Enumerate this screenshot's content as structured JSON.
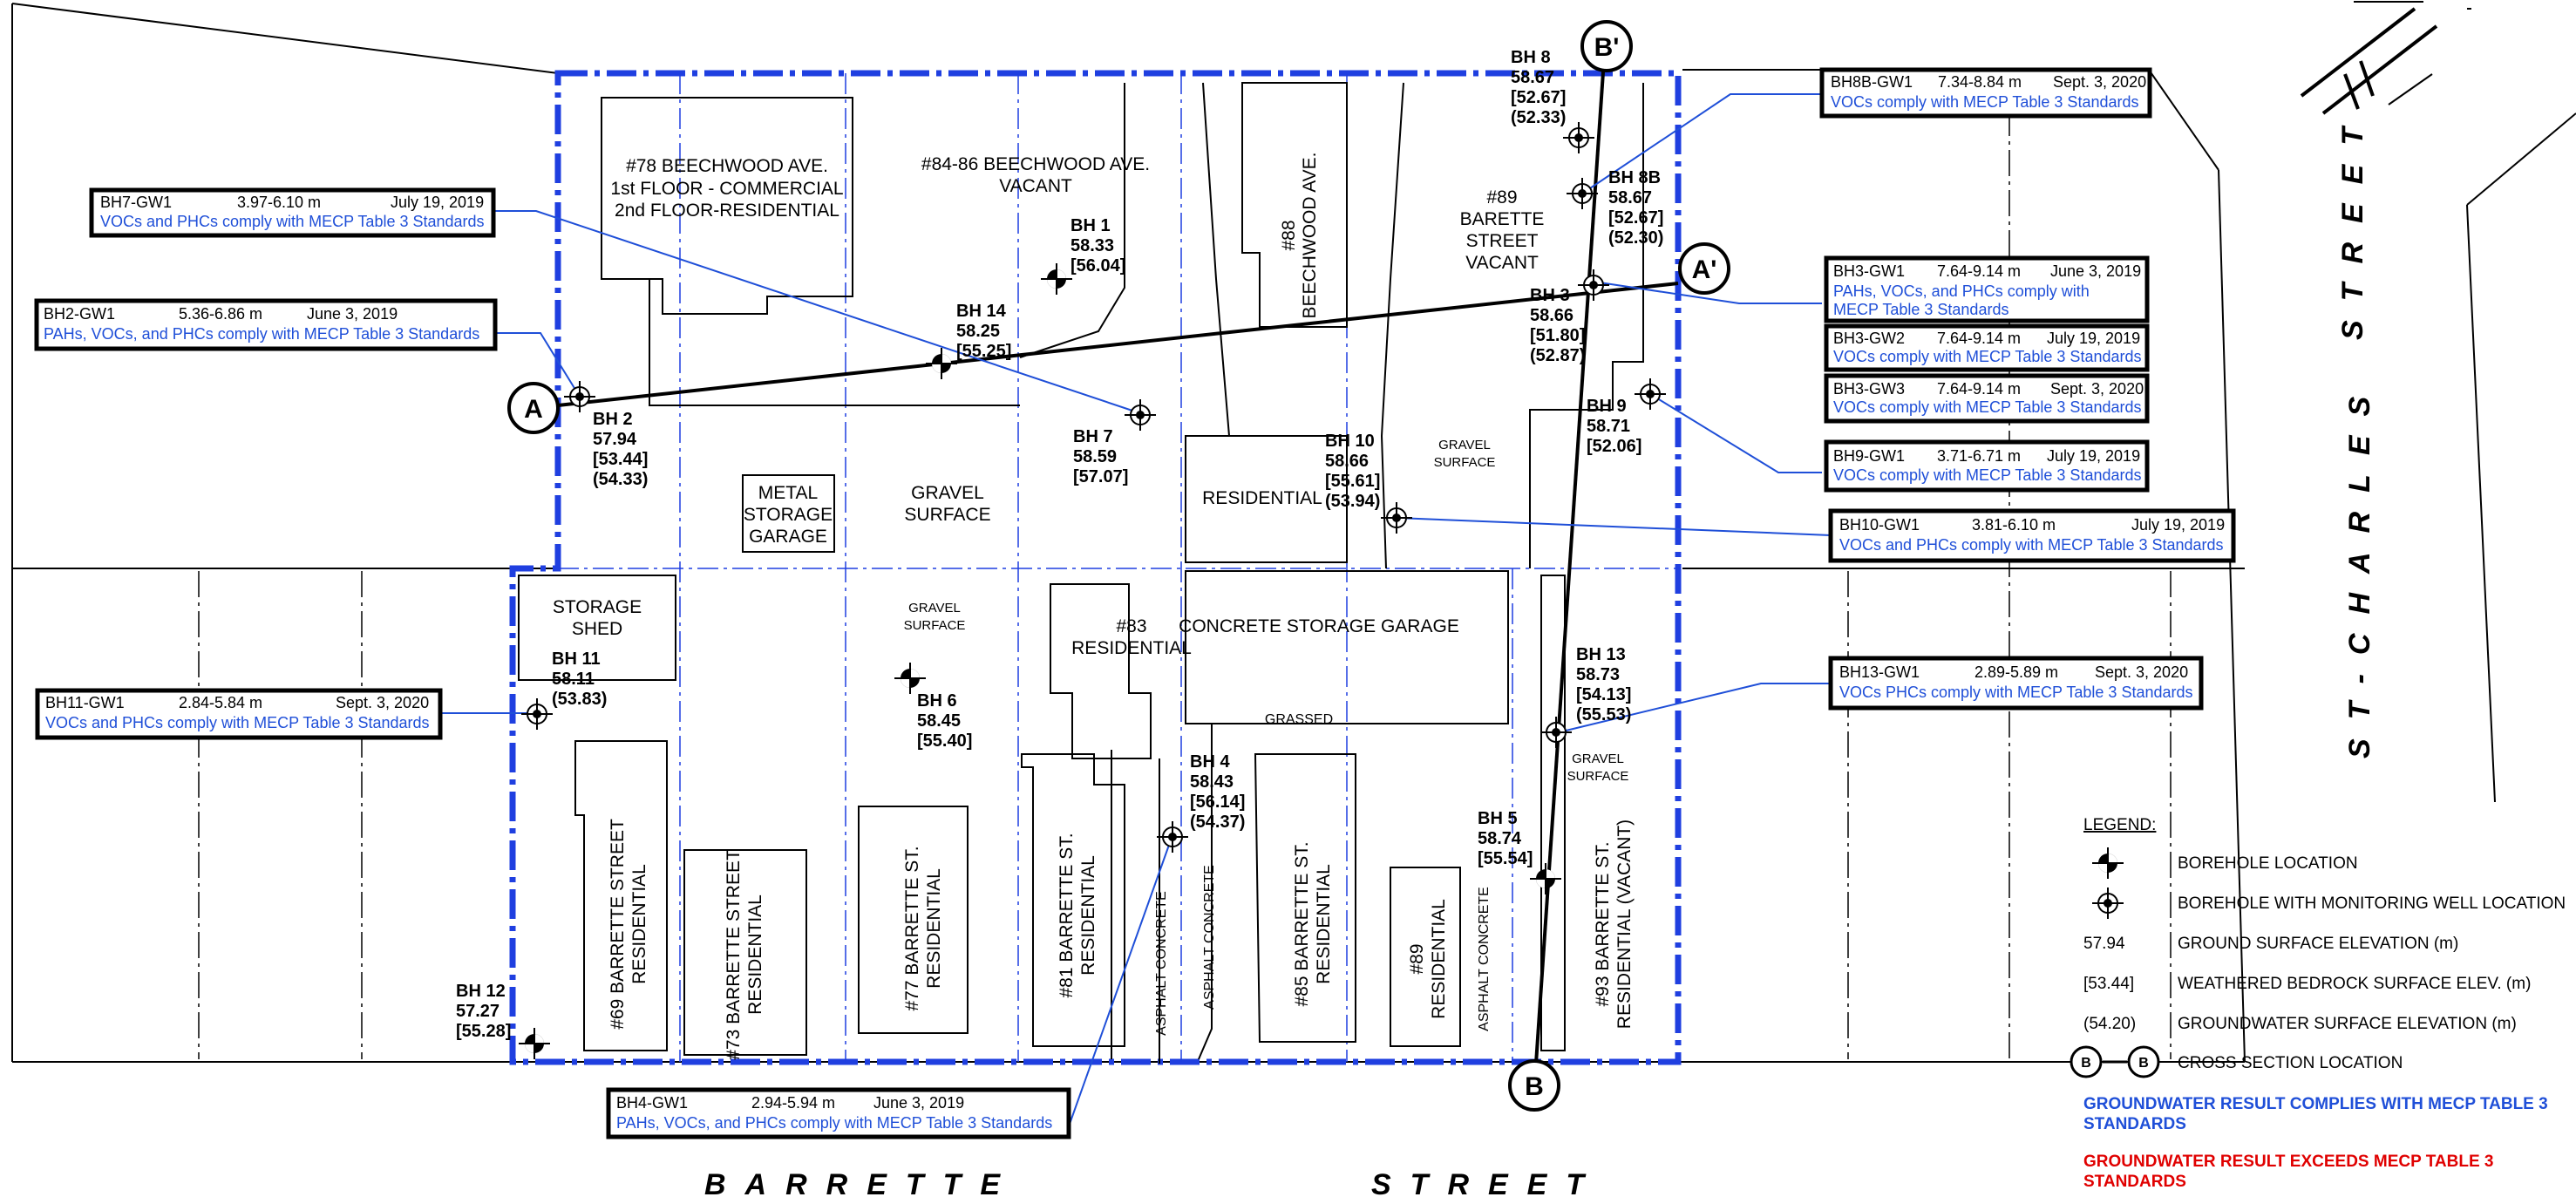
{
  "colors": {
    "site_boundary": "#1f3fe0",
    "comply_blue": "#1f4fd8",
    "exceed_red": "#e00000",
    "ink": "#000000"
  },
  "streets": {
    "barrette_a": "BARRETTE",
    "barrette_b": "STREET",
    "stcharles_a": "STREET",
    "stcharles_b": "ST-CHARLES"
  },
  "buildings": {
    "b78_l1": "#78 BEECHWOOD AVE.",
    "b78_l2": "1st FLOOR - COMMERCIAL",
    "b78_l3": "2nd FLOOR-RESIDENTIAL",
    "b8486_l1": "#84-86 BEECHWOOD AVE.",
    "b8486_l2": "VACANT",
    "b88_l1": "#88",
    "b88_l2": "BEECHWOOD AVE.",
    "b89v_l1": "#89",
    "b89v_l2": "BARETTE",
    "b89v_l3": "STREET",
    "b89v_l4": "VACANT",
    "metal_l1": "METAL",
    "metal_l2": "STORAGE",
    "metal_l3": "GARAGE",
    "gravel_l1": "GRAVEL",
    "gravel_l2": "SURFACE",
    "gravel_small_l1": "GRAVEL",
    "gravel_small_l2": "SURFACE",
    "gravel_r_l1": "GRAVEL",
    "gravel_r_l2": "SURFACE",
    "gravel_br_l1": "GRAVEL",
    "gravel_br_l2": "SURFACE",
    "residential": "RESIDENTIAL",
    "storage_l1": "STORAGE",
    "storage_l2": "SHED",
    "b83_l1": "#83",
    "b83_l2": "RESIDENTIAL",
    "concrete_garage": "CONCRETE STORAGE GARAGE",
    "grassed": "GRASSED",
    "b69_l1": "#69 BARRETTE STREET",
    "b69_l2": "RESIDENTIAL",
    "b73_l1": "#73 BARRETTE STREET",
    "b73_l2": "RESIDENTIAL",
    "b77_l1": "#77 BARRETTE ST.",
    "b77_l2": "RESIDENTIAL",
    "b81_l1": "#81 BARRETTE ST.",
    "b81_l2": "RESIDENTIAL",
    "asphalt1": "ASPHALT CONCRETE",
    "asphalt2": "ASPHALT CONCRETE",
    "asphalt3": "ASPHALT CONCRETE",
    "b85_l1": "#85 BARRETTE ST.",
    "b85_l2": "RESIDENTIAL",
    "b89r_l1": "#89",
    "b89r_l2": "RESIDENTIAL",
    "b93_l1": "#93 BARRETTE ST.",
    "b93_l2": "RESIDENTIAL (VACANT)"
  },
  "boreholes": [
    {
      "lines": [
        "BH 8",
        "58.67",
        "[52.67]",
        "(52.33)"
      ],
      "well": true
    },
    {
      "lines": [
        "BH 8B",
        "58.67",
        "[52.67]",
        "(52.30)"
      ],
      "well": true
    },
    {
      "lines": [
        "BH 1",
        "58.33",
        "[56.04]"
      ],
      "well": false
    },
    {
      "lines": [
        "BH 14",
        "58.25",
        "[55.25]"
      ],
      "well": false
    },
    {
      "lines": [
        "BH 2",
        "57.94",
        "[53.44]",
        "(54.33)"
      ],
      "well": true
    },
    {
      "lines": [
        "BH 7",
        "58.59",
        "[57.07]"
      ],
      "well": true
    },
    {
      "lines": [
        "BH 3",
        "58.66",
        "[51.80]",
        "(52.87)"
      ],
      "well": true
    },
    {
      "lines": [
        "BH 9",
        "58.71",
        "[52.06]"
      ],
      "well": true
    },
    {
      "lines": [
        "BH 10",
        "58.66",
        "[55.61]",
        "(53.94)"
      ],
      "well": true
    },
    {
      "lines": [
        "BH 11",
        "58.11",
        "(53.83)"
      ],
      "well": true
    },
    {
      "lines": [
        "BH 6",
        "58.45",
        "[55.40]"
      ],
      "well": false
    },
    {
      "lines": [
        "BH 4",
        "58.43",
        "[56.14]",
        "(54.37)"
      ],
      "well": true
    },
    {
      "lines": [
        "BH 13",
        "58.73",
        "[54.13]",
        "(55.53)"
      ],
      "well": true
    },
    {
      "lines": [
        "BH 5",
        "58.74",
        "[55.54]"
      ],
      "well": false
    },
    {
      "lines": [
        "BH 12",
        "57.27",
        "[55.28]"
      ],
      "well": false
    }
  ],
  "callouts": [
    {
      "id": "BH7-GW1",
      "depth": "3.97-6.10 m",
      "date": "July 19, 2019",
      "lines": [
        "VOCs and PHCs comply with MECP Table 3 Standards"
      ]
    },
    {
      "id": "BH2-GW1",
      "depth": "5.36-6.86 m",
      "date": "June 3, 2019",
      "lines": [
        "PAHs, VOCs, and PHCs comply with MECP Table 3 Standards"
      ]
    },
    {
      "id": "BH11-GW1",
      "depth": "2.84-5.84 m",
      "date": "Sept. 3, 2020",
      "lines": [
        "VOCs and PHCs comply with MECP Table 3 Standards"
      ]
    },
    {
      "id": "BH4-GW1",
      "depth": "2.94-5.94 m",
      "date": "June 3, 2019",
      "lines": [
        "PAHs, VOCs, and PHCs comply with MECP Table 3 Standards"
      ]
    },
    {
      "id": "BH8B-GW1",
      "depth": "7.34-8.84 m",
      "date": "Sept. 3, 2020",
      "lines": [
        "VOCs comply with MECP Table 3 Standards"
      ]
    },
    {
      "id": "BH3-GW1",
      "depth": "7.64-9.14 m",
      "date": "June 3, 2019",
      "lines": [
        "PAHs, VOCs, and PHCs comply with",
        "MECP Table 3 Standards"
      ]
    },
    {
      "id": "BH3-GW2",
      "depth": "7.64-9.14 m",
      "date": "July 19, 2019",
      "lines": [
        "VOCs comply with MECP Table 3 Standards"
      ]
    },
    {
      "id": "BH3-GW3",
      "depth": "7.64-9.14 m",
      "date": "Sept. 3, 2020",
      "lines": [
        "VOCs comply with MECP Table 3 Standards"
      ]
    },
    {
      "id": "BH9-GW1",
      "depth": "3.71-6.71 m",
      "date": "July 19, 2019",
      "lines": [
        "VOCs comply with MECP Table 3 Standards"
      ]
    },
    {
      "id": "BH10-GW1",
      "depth": "3.81-6.10 m",
      "date": "July 19, 2019",
      "lines": [
        "VOCs and PHCs comply with MECP Table 3 Standards"
      ]
    },
    {
      "id": "BH13-GW1",
      "depth": "2.89-5.89 m",
      "date": "Sept. 3, 2020",
      "lines": [
        "VOCs PHCs comply with MECP Table 3 Standards"
      ]
    }
  ],
  "sections": {
    "a": "A",
    "a_prime": "A'",
    "b": "B",
    "b_prime": "B'"
  },
  "legend": {
    "title": "LEGEND:",
    "borehole": "BOREHOLE LOCATION",
    "borehole_well": "BOREHOLE WITH MONITORING WELL LOCATION",
    "ground_val": "57.94",
    "ground_text": "GROUND SURFACE ELEVATION (m)",
    "bedrock_val": "[53.44]",
    "bedrock_text": "WEATHERED BEDROCK SURFACE ELEV. (m)",
    "gw_val": "(54.20)",
    "gw_text": "GROUNDWATER SURFACE ELEVATION (m)",
    "section_b": "B",
    "section_text": "CROSS SECTION LOCATION",
    "comply_l1": "GROUNDWATER RESULT COMPLIES WITH MECP TABLE 3",
    "comply_l2": "STANDARDS",
    "exceed_l1": "GROUNDWATER  RESULT EXCEEDS MECP TABLE 3",
    "exceed_l2": "STANDARDS"
  }
}
